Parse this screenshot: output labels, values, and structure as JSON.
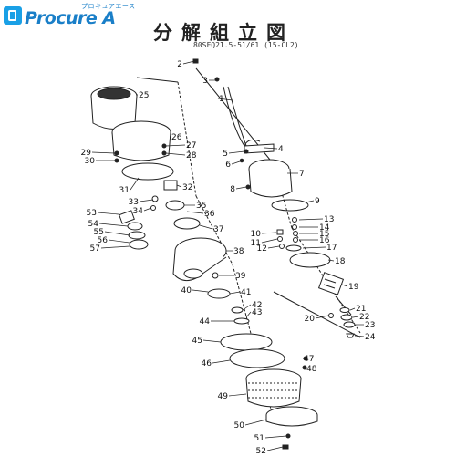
{
  "logo": {
    "katakana": "プロキュアエース",
    "name": "Procure A"
  },
  "title": "分解組立図",
  "subtitle": "80SFQ21.5-51/61 (15-CL2)",
  "part_numbers": [
    "1",
    "2",
    "3",
    "4",
    "5",
    "6",
    "7",
    "8",
    "9",
    "10",
    "11",
    "12",
    "13",
    "14",
    "15",
    "16",
    "17",
    "18",
    "19",
    "20",
    "21",
    "22",
    "23",
    "24",
    "25",
    "26",
    "27",
    "28",
    "29",
    "30",
    "31",
    "32",
    "33",
    "34",
    "35",
    "36",
    "37",
    "38",
    "39",
    "40",
    "41",
    "42",
    "43",
    "44",
    "45",
    "46",
    "47",
    "48",
    "49",
    "50",
    "51",
    "52",
    "53",
    "54",
    "55",
    "56",
    "57"
  ]
}
